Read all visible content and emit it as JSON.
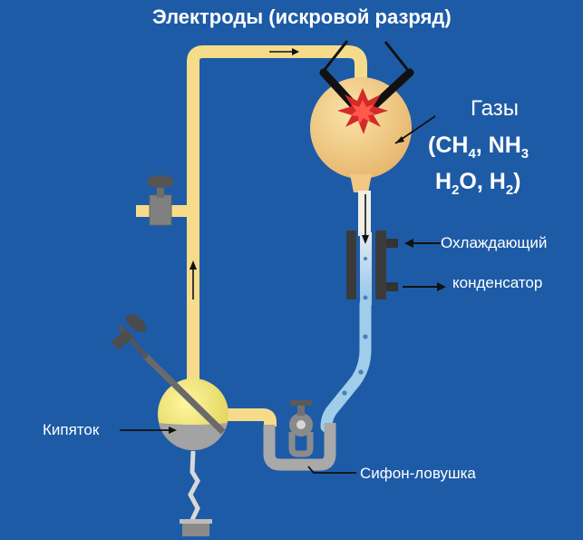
{
  "title": "Электроды (искровой разряд)",
  "gases": {
    "label": "Газы",
    "formula_line1": {
      "open": "(CH",
      "sub1": "4",
      "mid": ", NH",
      "sub2": "3"
    },
    "formula_line2": {
      "a": "H",
      "sub1": "2",
      "b": "O, H",
      "sub2": "2",
      "c": ")"
    }
  },
  "condenser": {
    "line1": "Охлаждающий",
    "line2": "конденсатор"
  },
  "boiling_water": "Кипяток",
  "siphon_trap": "Сифон-ловушка",
  "colors": {
    "background": "#1e5ba6",
    "tube": "#f6dc8a",
    "flask": "#f4c883",
    "water": "#9fcdea",
    "glass_gray": "#a9a9a9",
    "spark": "#d42a2a"
  }
}
